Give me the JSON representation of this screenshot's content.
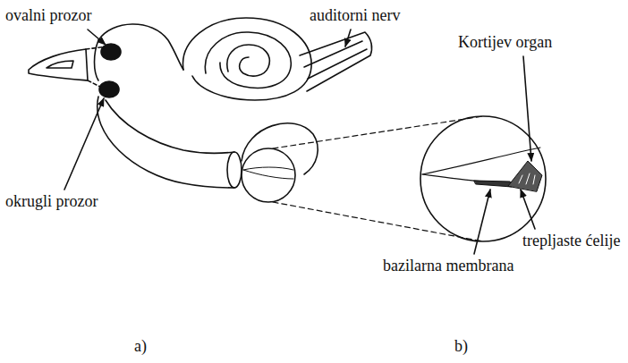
{
  "diagram": {
    "labels": [
      "ovalni prozor",
      "auditorni nerv",
      "Kortijev organ",
      "okrugli prozor",
      "trepljaste ćelije",
      "bazilarna membrana",
      "a)",
      "b)"
    ]
  }
}
